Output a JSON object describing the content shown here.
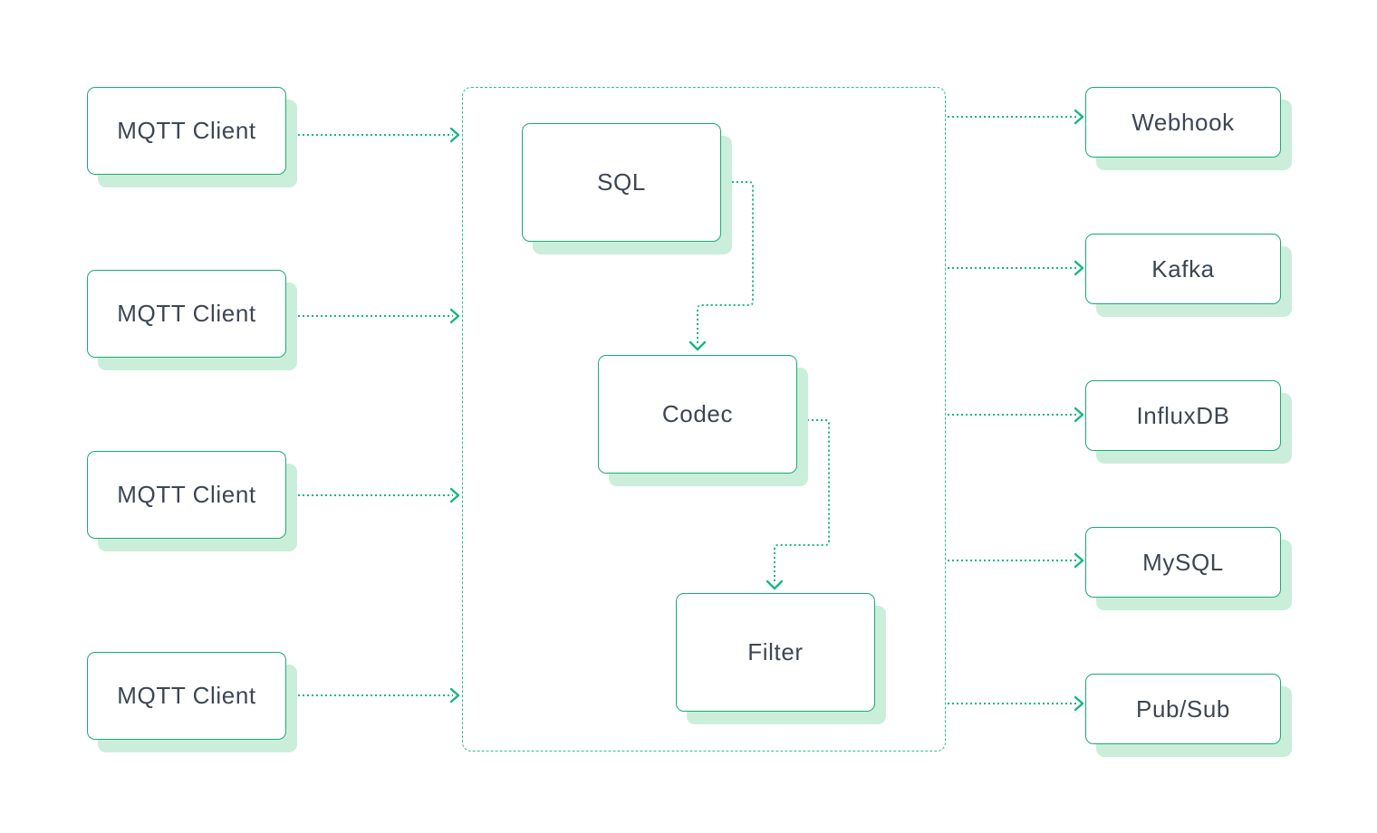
{
  "colors": {
    "node_border": "#15ad76",
    "arrow": "#13b77f",
    "container_border": "#2ec08d",
    "shadow": "#cbeeda",
    "text": "#3d4654",
    "background": "#ffffff"
  },
  "diagram": {
    "sources": [
      {
        "label": "MQTT Client"
      },
      {
        "label": "MQTT Client"
      },
      {
        "label": "MQTT Client"
      },
      {
        "label": "MQTT Client"
      }
    ],
    "pipeline": {
      "nodes": [
        {
          "label": "SQL"
        },
        {
          "label": "Codec"
        },
        {
          "label": "Filter"
        }
      ]
    },
    "sinks": [
      {
        "label": "Webhook"
      },
      {
        "label": "Kafka"
      },
      {
        "label": "InfluxDB"
      },
      {
        "label": "MySQL"
      },
      {
        "label": "Pub/Sub"
      }
    ],
    "edges": [
      {
        "from": "MQTT Client 1",
        "to": "pipeline"
      },
      {
        "from": "MQTT Client 2",
        "to": "pipeline"
      },
      {
        "from": "MQTT Client 3",
        "to": "pipeline"
      },
      {
        "from": "MQTT Client 4",
        "to": "pipeline"
      },
      {
        "from": "SQL",
        "to": "Codec"
      },
      {
        "from": "Codec",
        "to": "Filter"
      },
      {
        "from": "pipeline",
        "to": "Webhook"
      },
      {
        "from": "pipeline",
        "to": "Kafka"
      },
      {
        "from": "pipeline",
        "to": "InfluxDB"
      },
      {
        "from": "pipeline",
        "to": "MySQL"
      },
      {
        "from": "pipeline",
        "to": "Pub/Sub"
      }
    ]
  }
}
